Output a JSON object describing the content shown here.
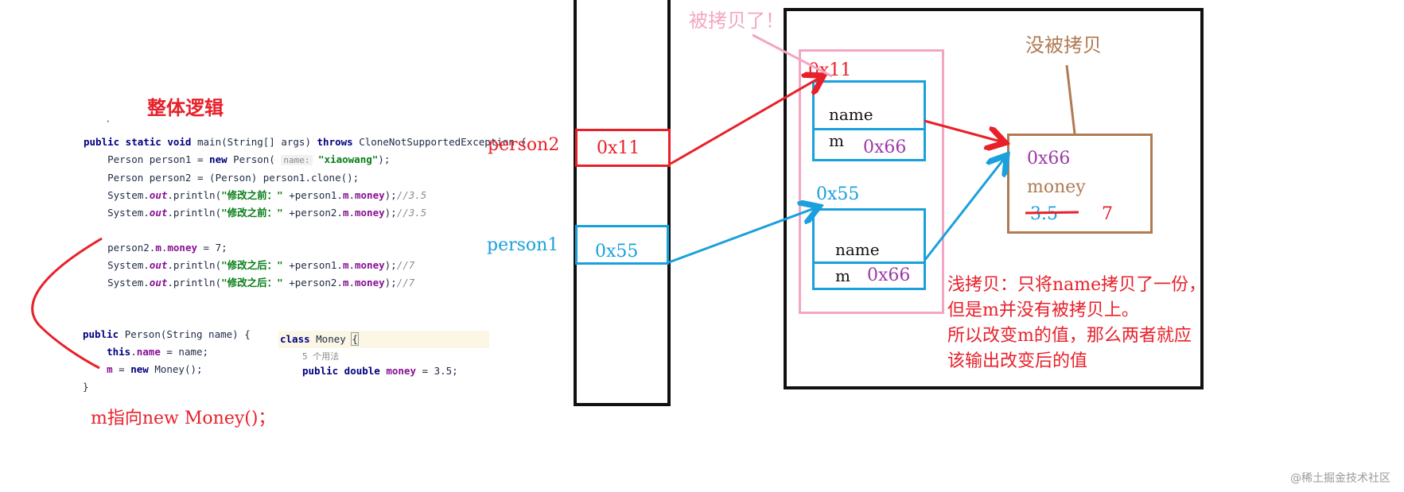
{
  "title": "整体逻辑",
  "code": {
    "dot": "·",
    "main": [
      {
        "parts": [
          {
            "t": "kw",
            "v": "public static void "
          },
          {
            "t": "",
            "v": "main(String[] args) "
          },
          {
            "t": "kw",
            "v": "throws "
          },
          {
            "t": "",
            "v": "CloneNotSupportedException {"
          }
        ]
      },
      {
        "parts": [
          {
            "t": "",
            "v": "    Person person1 = "
          },
          {
            "t": "kw",
            "v": "new "
          },
          {
            "t": "",
            "v": "Person( "
          },
          {
            "t": "hint",
            "v": "name:"
          },
          {
            "t": "str",
            "v": " \"xiaowang\""
          },
          {
            "t": "",
            "v": ");"
          }
        ]
      },
      {
        "parts": [
          {
            "t": "",
            "v": "    Person person2 = (Person) person1.clone();"
          }
        ]
      },
      {
        "parts": [
          {
            "t": "",
            "v": "    System."
          },
          {
            "t": "it",
            "v": "out"
          },
          {
            "t": "",
            "v": ".println("
          },
          {
            "t": "str",
            "v": "\"修改之前：\""
          },
          {
            "t": "",
            "v": " +person1."
          },
          {
            "t": "fld",
            "v": "m"
          },
          {
            "t": "",
            "v": "."
          },
          {
            "t": "fld",
            "v": "money"
          },
          {
            "t": "",
            "v": ");"
          },
          {
            "t": "cmt",
            "v": "//3.5"
          }
        ]
      },
      {
        "parts": [
          {
            "t": "",
            "v": "    System."
          },
          {
            "t": "it",
            "v": "out"
          },
          {
            "t": "",
            "v": ".println("
          },
          {
            "t": "str",
            "v": "\"修改之前：\""
          },
          {
            "t": "",
            "v": " +person2."
          },
          {
            "t": "fld",
            "v": "m"
          },
          {
            "t": "",
            "v": "."
          },
          {
            "t": "fld",
            "v": "money"
          },
          {
            "t": "",
            "v": ");"
          },
          {
            "t": "cmt",
            "v": "//3.5"
          }
        ]
      },
      {
        "parts": [
          {
            "t": "",
            "v": " "
          }
        ]
      },
      {
        "parts": [
          {
            "t": "",
            "v": "    person2."
          },
          {
            "t": "fld",
            "v": "m"
          },
          {
            "t": "",
            "v": "."
          },
          {
            "t": "fld",
            "v": "money"
          },
          {
            "t": "",
            "v": " = 7;"
          }
        ]
      },
      {
        "parts": [
          {
            "t": "",
            "v": "    System."
          },
          {
            "t": "it",
            "v": "out"
          },
          {
            "t": "",
            "v": ".println("
          },
          {
            "t": "str",
            "v": "\"修改之后：\""
          },
          {
            "t": "",
            "v": " +person1."
          },
          {
            "t": "fld",
            "v": "m"
          },
          {
            "t": "",
            "v": "."
          },
          {
            "t": "fld",
            "v": "money"
          },
          {
            "t": "",
            "v": ");"
          },
          {
            "t": "cmt",
            "v": "//7"
          }
        ]
      },
      {
        "parts": [
          {
            "t": "",
            "v": "    System."
          },
          {
            "t": "it",
            "v": "out"
          },
          {
            "t": "",
            "v": ".println("
          },
          {
            "t": "str",
            "v": "\"修改之后：\""
          },
          {
            "t": "",
            "v": " +person2."
          },
          {
            "t": "fld",
            "v": "m"
          },
          {
            "t": "",
            "v": "."
          },
          {
            "t": "fld",
            "v": "money"
          },
          {
            "t": "",
            "v": ");"
          },
          {
            "t": "cmt",
            "v": "//7"
          }
        ]
      }
    ],
    "constructor": [
      {
        "parts": [
          {
            "t": "kw",
            "v": "public "
          },
          {
            "t": "",
            "v": "Person(String name) {"
          }
        ]
      },
      {
        "parts": [
          {
            "t": "",
            "v": "    "
          },
          {
            "t": "kw",
            "v": "this"
          },
          {
            "t": "",
            "v": "."
          },
          {
            "t": "fld",
            "v": "name"
          },
          {
            "t": "",
            "v": " = name;"
          }
        ]
      },
      {
        "parts": [
          {
            "t": "",
            "v": "    "
          },
          {
            "t": "fld",
            "v": "m"
          },
          {
            "t": "",
            "v": " = "
          },
          {
            "t": "kw",
            "v": "new "
          },
          {
            "t": "",
            "v": "Money();"
          }
        ]
      },
      {
        "parts": [
          {
            "t": "",
            "v": "}"
          }
        ]
      }
    ],
    "money_class": {
      "line1_kw": "class ",
      "line1_name": "Money ",
      "line1_brace": "{",
      "usages": "5 个用法",
      "field_kw": "public double ",
      "field_name": "money",
      "field_rest": " = 3.5;"
    }
  },
  "annotation_m": "m指向new Money()；",
  "stack": {
    "person2_label": "person2",
    "person2_addr": "0x11",
    "person1_label": "person1",
    "person1_addr": "0x55"
  },
  "heap": {
    "copied_note": "被拷贝了！",
    "not_copied_note": "没被拷贝",
    "obj_top_addr": "0x11",
    "obj_top_name": "name",
    "obj_top_m": "m",
    "obj_top_m_addr": "0x66",
    "obj_bottom_addr": "0x55",
    "obj_bottom_name": "name",
    "obj_bottom_m": "m",
    "obj_bottom_m_addr": "0x66",
    "money_addr": "0x66",
    "money_field": "money",
    "money_old": "3.5",
    "money_new": "7"
  },
  "explanation": [
    "浅拷贝：只将name拷贝了一份，",
    "但是m并没有被拷贝上。",
    "所以改变m的值，那么两者就应",
    "该输出改变后的值"
  ],
  "watermark": "@稀土掘金技术社区",
  "colors": {
    "red": "#e8202a",
    "blue": "#1aa0dc",
    "purple": "#9b3aa8",
    "brown": "#b07a53",
    "pink": "#f3a6c3"
  }
}
